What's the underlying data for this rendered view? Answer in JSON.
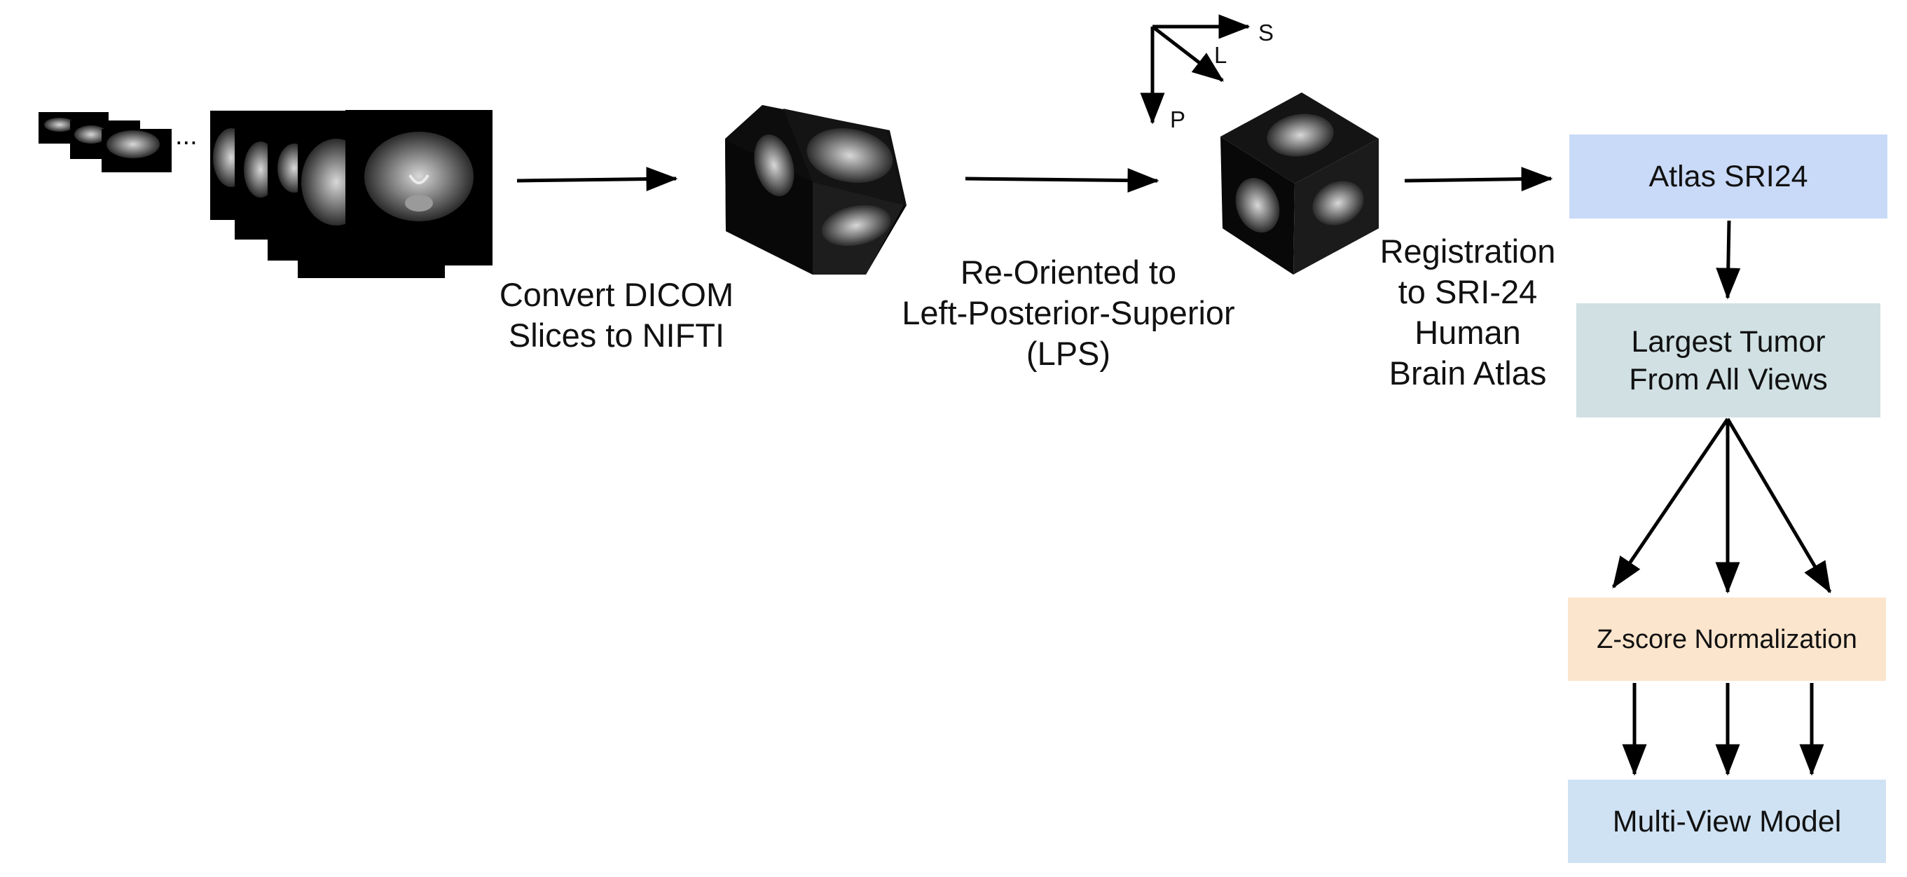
{
  "step_labels": {
    "convert": [
      "Convert DICOM",
      "Slices to NIFTI"
    ],
    "reorient": [
      "Re-Oriented to",
      "Left-Posterior-Superior",
      "(LPS)"
    ],
    "registration": [
      "Registration",
      "to SRI-24",
      "Human",
      "Brain Atlas"
    ]
  },
  "axes": {
    "s": "S",
    "l": "L",
    "p": "P"
  },
  "ellipsis": "...",
  "boxes": {
    "atlas": {
      "label": "Atlas SRI24",
      "color": "#c9daf8"
    },
    "largest": {
      "line1": "Largest Tumor",
      "line2": "From All Views",
      "color": "#d0e0e3"
    },
    "zscore": {
      "label": "Z-score Normalization",
      "color": "#fce5cd"
    },
    "multiview": {
      "label": "Multi-View Model",
      "color": "#cfe2f3"
    }
  }
}
